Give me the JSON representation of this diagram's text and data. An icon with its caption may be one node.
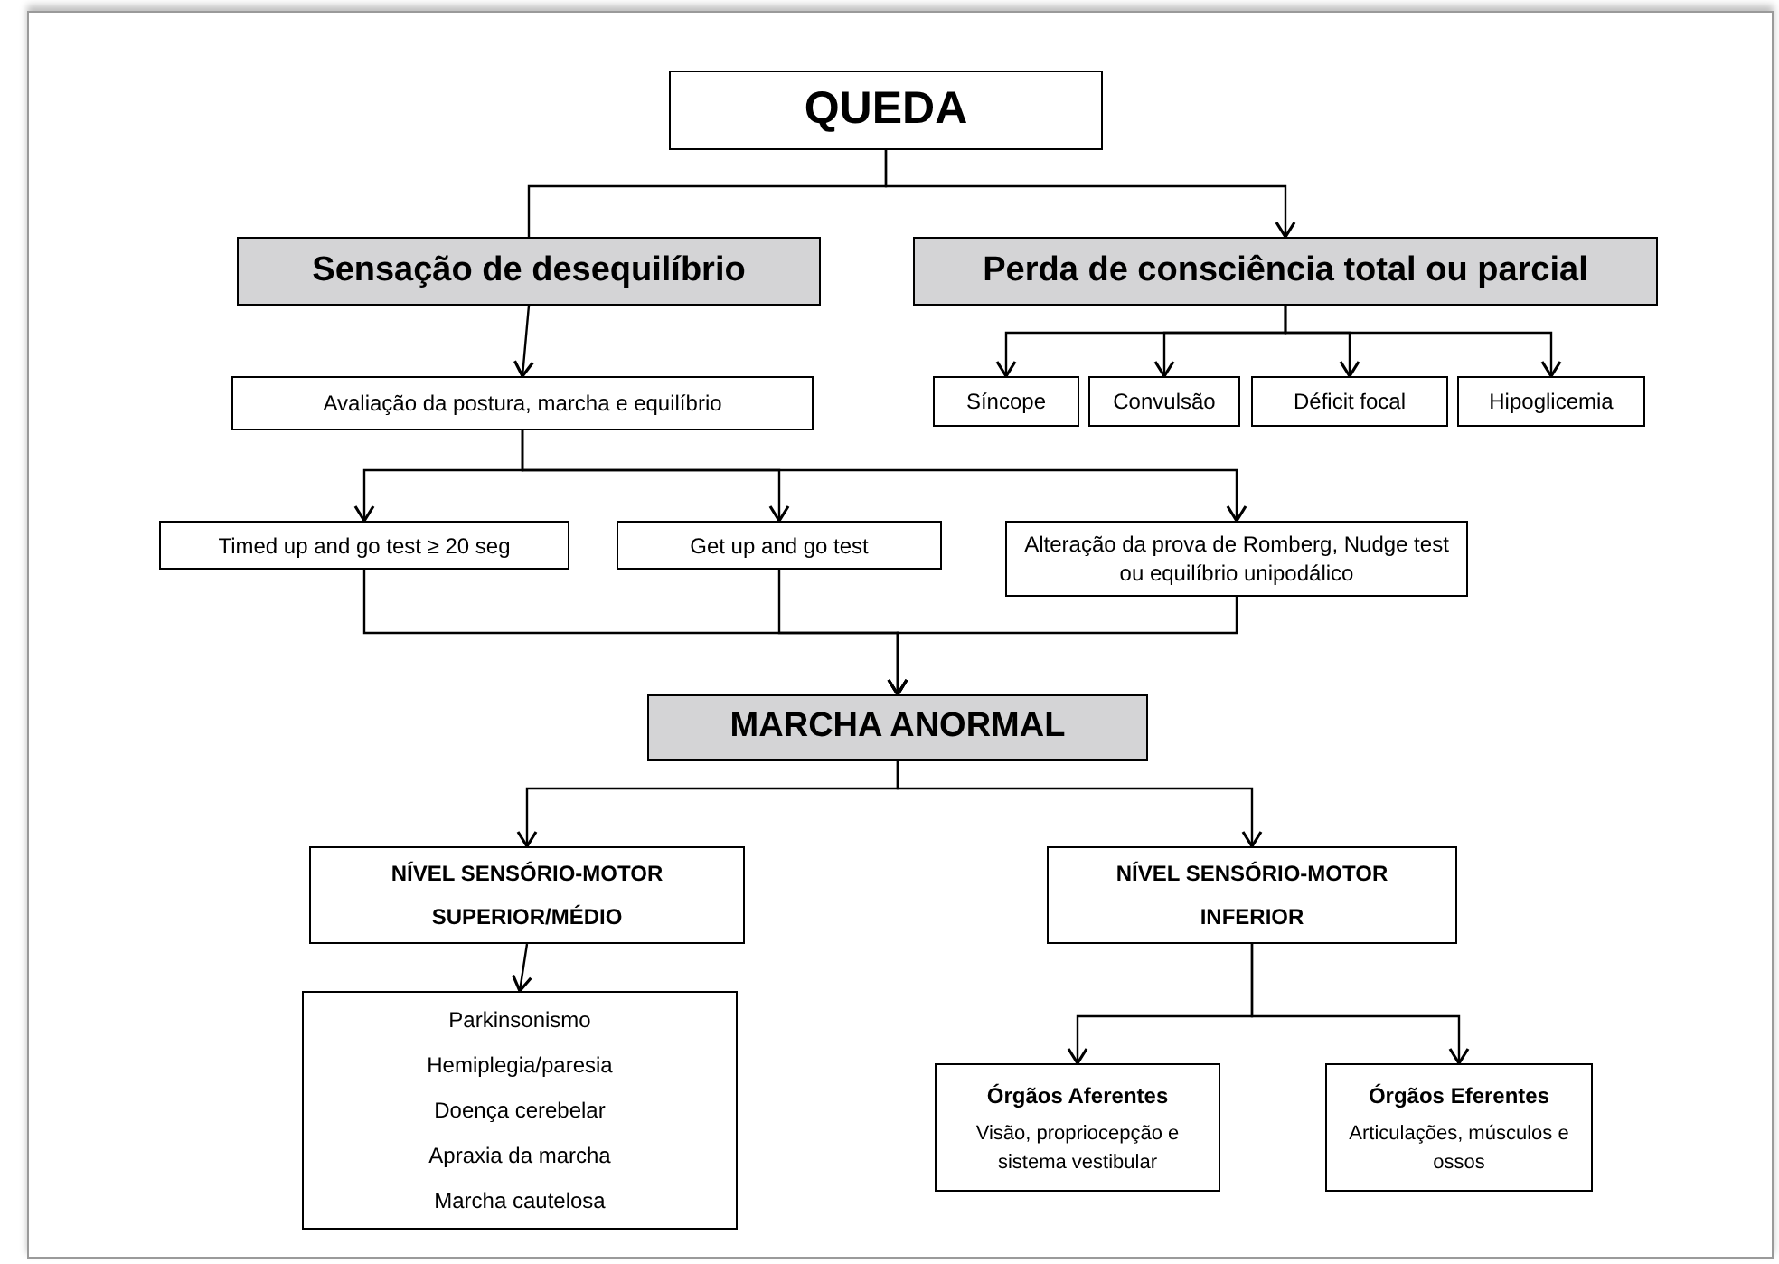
{
  "diagram": {
    "nodes": [
      {
        "text": [
          "QUEDA"
        ]
      },
      {
        "text": [
          "Sensação de desequilíbrio"
        ]
      },
      {
        "text": [
          "Perda de consciência total ou parcial"
        ]
      },
      {
        "text": [
          "Avaliação da postura, marcha e equilíbrio"
        ]
      },
      {
        "text": [
          "Síncope"
        ]
      },
      {
        "text": [
          "Convulsão"
        ]
      },
      {
        "text": [
          "Déficit focal"
        ]
      },
      {
        "text": [
          "Hipoglicemia"
        ]
      },
      {
        "text": [
          "Timed up and go test ≥ 20 seg"
        ]
      },
      {
        "text": [
          "Get up and go test"
        ]
      },
      {
        "text": [
          "Alteração da  prova de Romberg, Nudge test ou equilíbrio unipodálico"
        ]
      },
      {
        "text": [
          "MARCHA ANORMAL"
        ]
      },
      {
        "text": [
          "NÍVEL SENSÓRIO-MOTOR SUPERIOR/MÉDIO"
        ]
      },
      {
        "text": [
          "NÍVEL SENSÓRIO-MOTOR INFERIOR"
        ]
      },
      {
        "text": [
          "Parkinsonismo",
          "Hemiplegia/paresia",
          "Doença cerebelar",
          "Apraxia da marcha",
          "Marcha cautelosa"
        ]
      },
      {
        "text": [
          "Órgãos Aferentes",
          "Visão, propriocepção e sistema vestibular"
        ]
      },
      {
        "text": [
          "Órgãos Eferentes",
          "Articulações, músculos e ossos"
        ]
      }
    ],
    "edges": [
      {
        "from": 0,
        "to": 1,
        "arrow": "none"
      },
      {
        "from": 0,
        "to": 2,
        "arrow": "to"
      },
      {
        "from": 1,
        "to": 3,
        "arrow": "to"
      },
      {
        "from": 2,
        "to": 4,
        "arrow": "to"
      },
      {
        "from": 2,
        "to": 5,
        "arrow": "to"
      },
      {
        "from": 2,
        "to": 6,
        "arrow": "to"
      },
      {
        "from": 2,
        "to": 7,
        "arrow": "to"
      },
      {
        "from": 3,
        "to": 8,
        "arrow": "to"
      },
      {
        "from": 3,
        "to": 9,
        "arrow": "to"
      },
      {
        "from": 3,
        "to": 10,
        "arrow": "to"
      },
      {
        "from": 8,
        "to": 11,
        "arrow": "to"
      },
      {
        "from": 9,
        "to": 11,
        "arrow": "to"
      },
      {
        "from": 10,
        "to": 11,
        "arrow": "to"
      },
      {
        "from": 11,
        "to": 12,
        "arrow": "to"
      },
      {
        "from": 11,
        "to": 13,
        "arrow": "to"
      },
      {
        "from": 12,
        "to": 14,
        "arrow": "to"
      },
      {
        "from": 13,
        "to": 15,
        "arrow": "to"
      },
      {
        "from": 13,
        "to": 16,
        "arrow": "to"
      }
    ]
  }
}
